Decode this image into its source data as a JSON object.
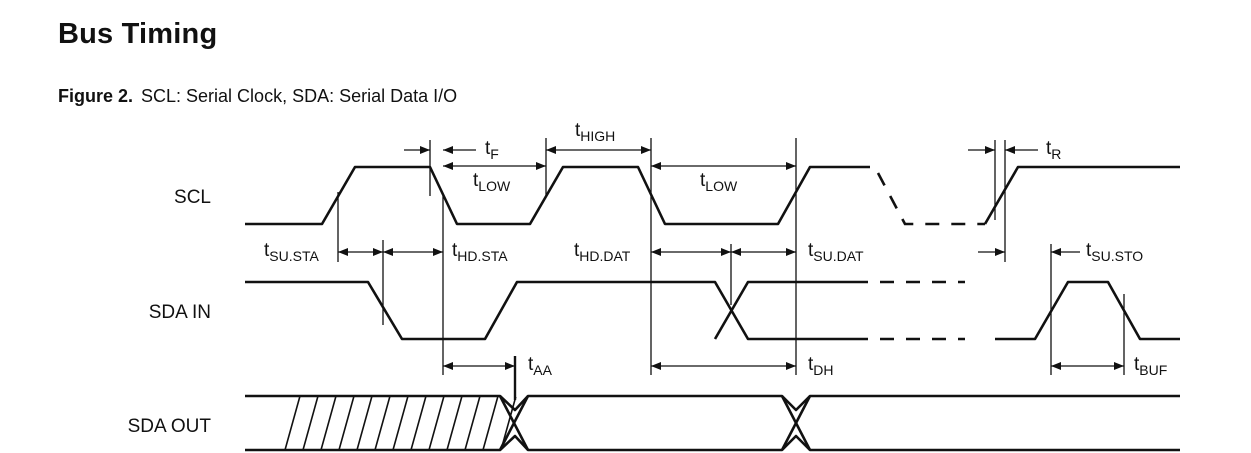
{
  "heading": "Bus Timing",
  "figure": {
    "label": "Figure 2.",
    "caption": "SCL: Serial Clock, SDA: Serial Data I/O"
  },
  "signals": {
    "scl": "SCL",
    "sda_in": "SDA IN",
    "sda_out": "SDA OUT"
  },
  "timing_labels": {
    "tf": {
      "main": "t",
      "sub": "F"
    },
    "thigh": {
      "main": "t",
      "sub": "HIGH"
    },
    "tr": {
      "main": "t",
      "sub": "R"
    },
    "tlow1": {
      "main": "t",
      "sub": "LOW"
    },
    "tlow2": {
      "main": "t",
      "sub": "LOW"
    },
    "tsusta": {
      "main": "t",
      "sub": "SU.STA"
    },
    "thdsta": {
      "main": "t",
      "sub": "HD.STA"
    },
    "thddat": {
      "main": "t",
      "sub": "HD.DAT"
    },
    "tsudat": {
      "main": "t",
      "sub": "SU.DAT"
    },
    "tsusto": {
      "main": "t",
      "sub": "SU.STO"
    },
    "taa": {
      "main": "t",
      "sub": "AA"
    },
    "tdh": {
      "main": "t",
      "sub": "DH"
    },
    "tbuf": {
      "main": "t",
      "sub": "BUF"
    }
  }
}
